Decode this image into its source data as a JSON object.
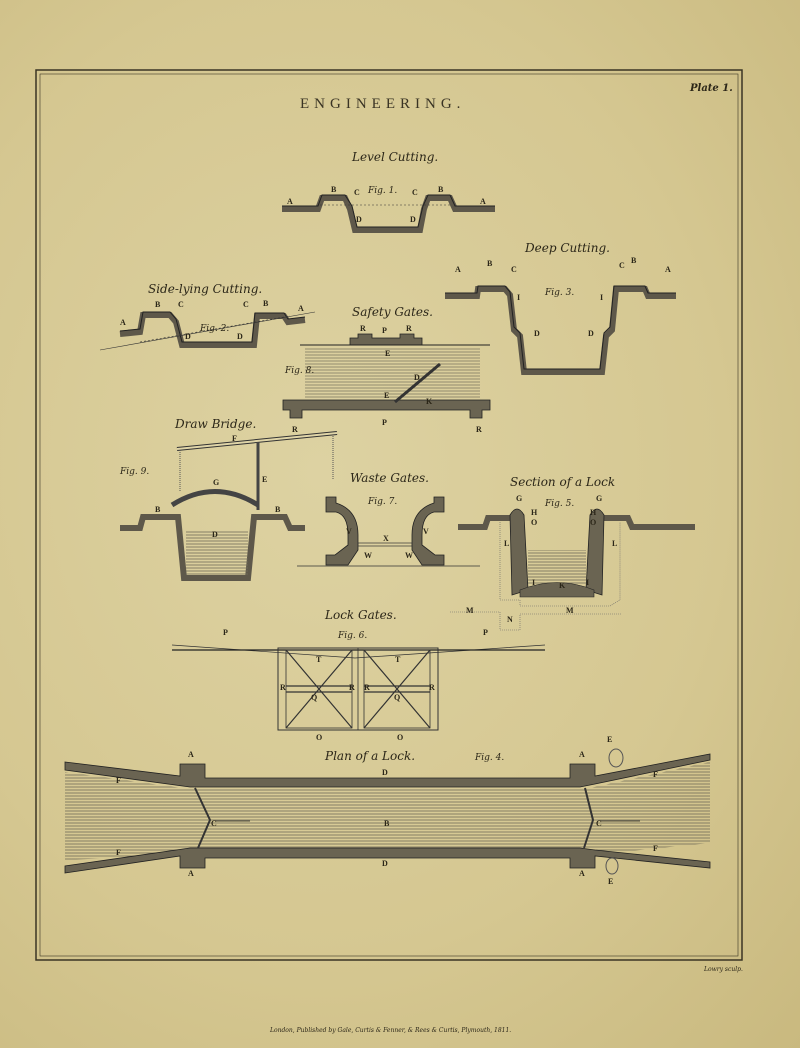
{
  "plate": {
    "title": "ENGINEERING.",
    "plate_number": "Plate 1.",
    "engraver": "Lowry sculp.",
    "imprint": "London, Published by Gale, Curtis & Fenner, & Rees & Curtis, Plymouth, 1811."
  },
  "figures": {
    "fig1": {
      "caption": "Level Cutting.",
      "number": "Fig. 1.",
      "labels": [
        "A",
        "B",
        "C",
        "C",
        "B",
        "A",
        "D",
        "D"
      ]
    },
    "fig2": {
      "caption": "Side-lying Cutting.",
      "number": "Fig. 2.",
      "labels": [
        "A",
        "B",
        "C",
        "C",
        "B",
        "A",
        "D",
        "D"
      ]
    },
    "fig3": {
      "caption": "Deep Cutting.",
      "number": "Fig. 3.",
      "labels": [
        "A",
        "B",
        "C",
        "C",
        "B",
        "A",
        "I",
        "I",
        "D",
        "D"
      ]
    },
    "fig8": {
      "caption": "Safety Gates.",
      "number": "Fig. 8.",
      "labels": [
        "R",
        "P",
        "R",
        "E",
        "D",
        "E",
        "K",
        "P",
        "R",
        "R"
      ]
    },
    "fig9": {
      "caption": "Draw Bridge.",
      "number": "Fig. 9.",
      "labels": [
        "F",
        "G",
        "E",
        "B",
        "B",
        "D"
      ]
    },
    "fig7": {
      "caption": "Waste Gates.",
      "number": "Fig. 7.",
      "labels": [
        "V",
        "V",
        "X",
        "W",
        "W"
      ]
    },
    "fig5": {
      "caption": "Section of a Lock",
      "number": "Fig. 5.",
      "labels": [
        "G",
        "G",
        "H",
        "H",
        "O",
        "O",
        "L",
        "L",
        "I",
        "K",
        "I",
        "M",
        "M",
        "N"
      ]
    },
    "fig6": {
      "caption": "Lock Gates.",
      "number": "Fig. 6.",
      "labels": [
        "P",
        "P",
        "T",
        "T",
        "R",
        "R",
        "R",
        "R",
        "O",
        "O",
        "Q",
        "Q"
      ]
    },
    "fig4": {
      "caption": "Plan of a Lock.",
      "number": "Fig. 4.",
      "labels": [
        "A",
        "A",
        "A",
        "A",
        "D",
        "D",
        "F",
        "F",
        "F",
        "F",
        "C",
        "C",
        "B",
        "E",
        "E"
      ]
    }
  },
  "colors": {
    "paper": "#d8cb98",
    "ink": "#2b2618",
    "hatch": "#5e584a"
  }
}
